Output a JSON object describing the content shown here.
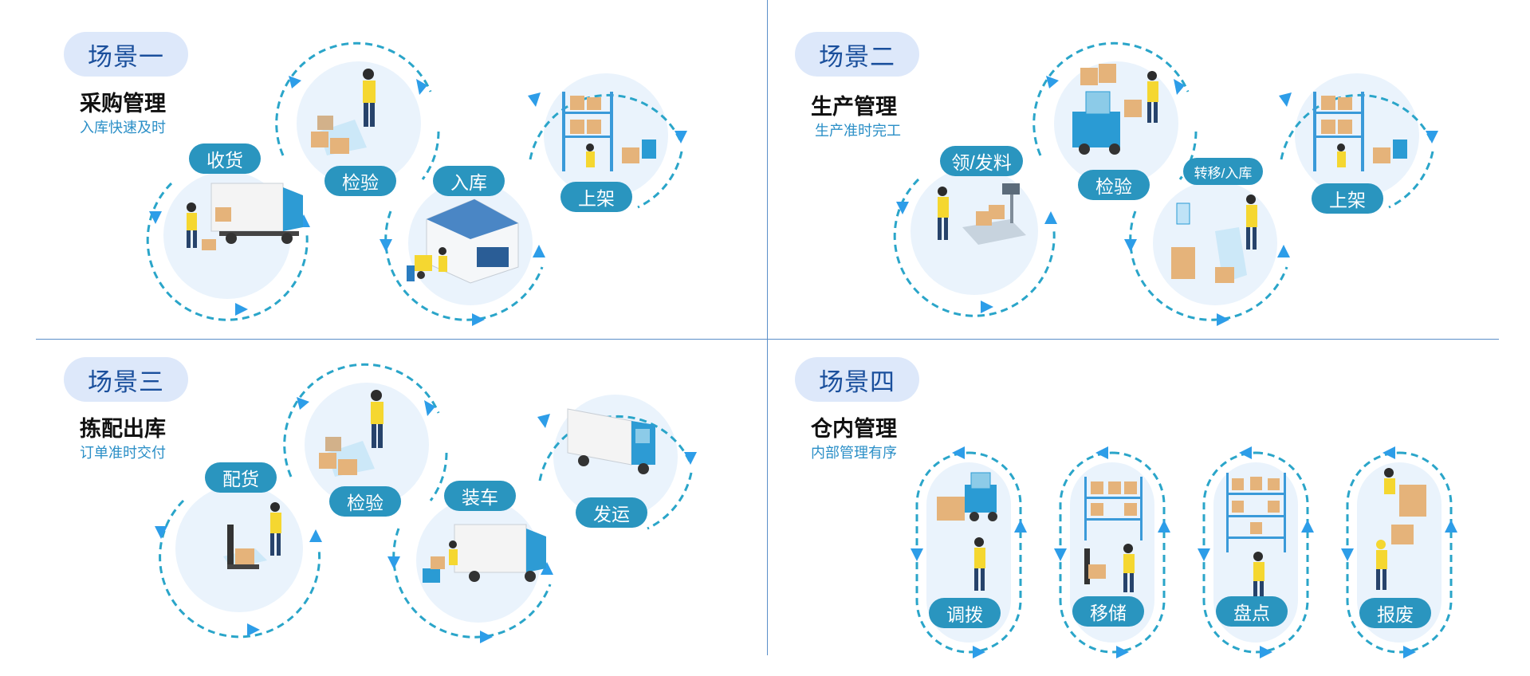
{
  "scenes": [
    {
      "badge": "场景一",
      "title": "采购管理",
      "subtitle": "入库快速及时",
      "steps": [
        "收货",
        "检验",
        "入库",
        "上架"
      ]
    },
    {
      "badge": "场景二",
      "title": "生产管理",
      "subtitle": "生产准时完工",
      "steps": [
        "领/发料",
        "检验",
        "转移/入库",
        "上架"
      ]
    },
    {
      "badge": "场景三",
      "title": "拣配出库",
      "subtitle": "订单准时交付",
      "steps": [
        "配货",
        "检验",
        "装车",
        "发运"
      ]
    },
    {
      "badge": "场景四",
      "title": "仓内管理",
      "subtitle": "内部管理有序",
      "steps": [
        "调拨",
        "移储",
        "盘点",
        "报废"
      ]
    }
  ],
  "colors": {
    "badge_bg": "#dde8fa",
    "badge_text": "#1a4f9c",
    "label_bg": "#2a95bf",
    "dashed_ring": "#2aa5c9",
    "arrow": "#2d9de8",
    "circle_fill": "#eaf3fc",
    "divider": "#5b8fc9"
  },
  "icons": [
    "truck-unloading-icon",
    "worker-scanning-icon",
    "warehouse-forklift-icon",
    "shelf-racking-icon",
    "scale-weighing-icon",
    "forklift-loading-icon",
    "pallet-jack-icon",
    "box-truck-icon",
    "worker-carrying-boxes-icon"
  ]
}
